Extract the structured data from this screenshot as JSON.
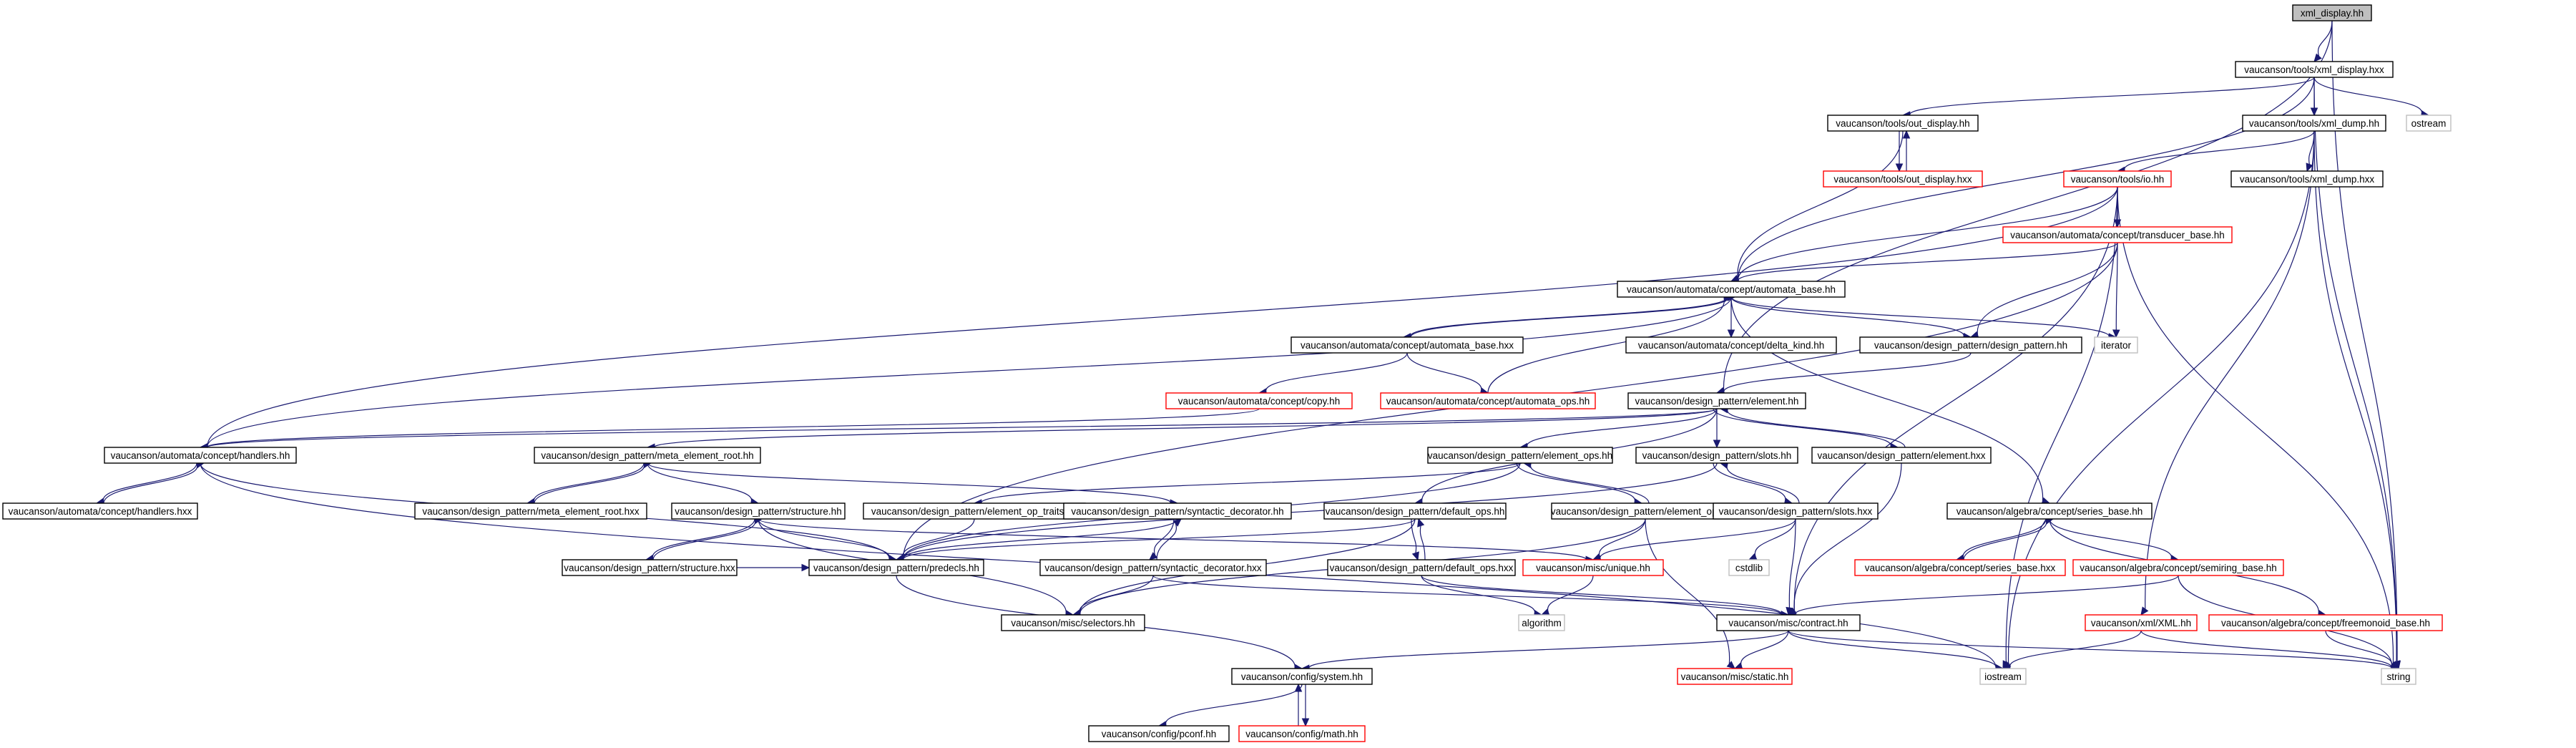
{
  "nodes": [
    {
      "id": "root",
      "label": "xml_display.hh",
      "style": "root"
    },
    {
      "id": "xml_display_hxx",
      "label": "vaucanson/tools/xml_display.hxx",
      "style": "normal"
    },
    {
      "id": "ostream",
      "label": "ostream",
      "style": "external"
    },
    {
      "id": "out_display_hh",
      "label": "vaucanson/tools/out_display.hh",
      "style": "normal"
    },
    {
      "id": "xml_dump_hh",
      "label": "vaucanson/tools/xml_dump.hh",
      "style": "normal"
    },
    {
      "id": "out_display_hxx",
      "label": "vaucanson/tools/out_display.hxx",
      "style": "red"
    },
    {
      "id": "io_hh",
      "label": "vaucanson/tools/io.hh",
      "style": "red"
    },
    {
      "id": "xml_dump_hxx",
      "label": "vaucanson/tools/xml_dump.hxx",
      "style": "normal"
    },
    {
      "id": "transducer_base_hh",
      "label": "vaucanson/automata/concept/transducer_base.hh",
      "style": "red"
    },
    {
      "id": "automata_base_hh",
      "label": "vaucanson/automata/concept/automata_base.hh",
      "style": "normal"
    },
    {
      "id": "iterator",
      "label": "iterator",
      "style": "external"
    },
    {
      "id": "automata_base_hxx",
      "label": "vaucanson/automata/concept/automata_base.hxx",
      "style": "normal"
    },
    {
      "id": "delta_kind_hh",
      "label": "vaucanson/automata/concept/delta_kind.hh",
      "style": "normal"
    },
    {
      "id": "design_pattern_hh",
      "label": "vaucanson/design_pattern/design_pattern.hh",
      "style": "normal"
    },
    {
      "id": "copy_hh",
      "label": "vaucanson/automata/concept/copy.hh",
      "style": "red"
    },
    {
      "id": "automata_ops_hh",
      "label": "vaucanson/automata/concept/automata_ops.hh",
      "style": "red"
    },
    {
      "id": "element_hh",
      "label": "vaucanson/design_pattern/element.hh",
      "style": "normal"
    },
    {
      "id": "handlers_hh",
      "label": "vaucanson/automata/concept/handlers.hh",
      "style": "normal"
    },
    {
      "id": "meta_element_root_hh",
      "label": "vaucanson/design_pattern/meta_element_root.hh",
      "style": "normal"
    },
    {
      "id": "element_ops_hh",
      "label": "vaucanson/design_pattern/element_ops.hh",
      "style": "normal"
    },
    {
      "id": "slots_hh",
      "label": "vaucanson/design_pattern/slots.hh",
      "style": "normal"
    },
    {
      "id": "element_hxx",
      "label": "vaucanson/design_pattern/element.hxx",
      "style": "normal"
    },
    {
      "id": "handlers_hxx",
      "label": "vaucanson/automata/concept/handlers.hxx",
      "style": "normal"
    },
    {
      "id": "meta_element_root_hxx",
      "label": "vaucanson/design_pattern/meta_element_root.hxx",
      "style": "normal"
    },
    {
      "id": "structure_hh",
      "label": "vaucanson/design_pattern/structure.hh",
      "style": "normal"
    },
    {
      "id": "element_op_traits_hh",
      "label": "vaucanson/design_pattern/element_op_traits.hh",
      "style": "normal"
    },
    {
      "id": "syntactic_decorator_hh",
      "label": "vaucanson/design_pattern/syntactic_decorator.hh",
      "style": "normal"
    },
    {
      "id": "default_ops_hh",
      "label": "vaucanson/design_pattern/default_ops.hh",
      "style": "normal"
    },
    {
      "id": "element_ops_hxx",
      "label": "vaucanson/design_pattern/element_ops.hxx",
      "style": "normal"
    },
    {
      "id": "slots_hxx",
      "label": "vaucanson/design_pattern/slots.hxx",
      "style": "normal"
    },
    {
      "id": "series_base_hh",
      "label": "vaucanson/algebra/concept/series_base.hh",
      "style": "normal"
    },
    {
      "id": "structure_hxx",
      "label": "vaucanson/design_pattern/structure.hxx",
      "style": "normal"
    },
    {
      "id": "predecls_hh",
      "label": "vaucanson/design_pattern/predecls.hh",
      "style": "normal"
    },
    {
      "id": "syntactic_decorator_hxx",
      "label": "vaucanson/design_pattern/syntactic_decorator.hxx",
      "style": "normal"
    },
    {
      "id": "default_ops_hxx",
      "label": "vaucanson/design_pattern/default_ops.hxx",
      "style": "normal"
    },
    {
      "id": "unique_hh",
      "label": "vaucanson/misc/unique.hh",
      "style": "red"
    },
    {
      "id": "cstdlib",
      "label": "cstdlib",
      "style": "external"
    },
    {
      "id": "series_base_hxx",
      "label": "vaucanson/algebra/concept/series_base.hxx",
      "style": "red"
    },
    {
      "id": "semiring_base_hh",
      "label": "vaucanson/algebra/concept/semiring_base.hh",
      "style": "red"
    },
    {
      "id": "selectors_hh",
      "label": "vaucanson/misc/selectors.hh",
      "style": "normal"
    },
    {
      "id": "algorithm",
      "label": "algorithm",
      "style": "external"
    },
    {
      "id": "contract_hh",
      "label": "vaucanson/misc/contract.hh",
      "style": "normal"
    },
    {
      "id": "xml_hh",
      "label": "vaucanson/xml/XML.hh",
      "style": "red"
    },
    {
      "id": "freemonoid_base_hh",
      "label": "vaucanson/algebra/concept/freemonoid_base.hh",
      "style": "red"
    },
    {
      "id": "system_hh",
      "label": "vaucanson/config/system.hh",
      "style": "normal"
    },
    {
      "id": "static_hh",
      "label": "vaucanson/misc/static.hh",
      "style": "red"
    },
    {
      "id": "iostream",
      "label": "iostream",
      "style": "external"
    },
    {
      "id": "string",
      "label": "string",
      "style": "external"
    },
    {
      "id": "pconf_hh",
      "label": "vaucanson/config/pconf.hh",
      "style": "normal"
    },
    {
      "id": "math_hh",
      "label": "vaucanson/config/math.hh",
      "style": "red"
    }
  ],
  "edges": [
    [
      "root",
      "xml_display_hxx"
    ],
    [
      "root",
      "string"
    ],
    [
      "root",
      "element_hh"
    ],
    [
      "xml_display_hxx",
      "out_display_hh"
    ],
    [
      "xml_display_hxx",
      "xml_dump_hh"
    ],
    [
      "xml_display_hxx",
      "ostream"
    ],
    [
      "xml_display_hxx",
      "automata_base_hh"
    ],
    [
      "xml_display_hxx",
      "string"
    ],
    [
      "out_display_hh",
      "out_display_hxx"
    ],
    [
      "out_display_hxx",
      "out_display_hh"
    ],
    [
      "out_display_hh",
      "automata_base_hh"
    ],
    [
      "xml_dump_hh",
      "io_hh"
    ],
    [
      "xml_dump_hh",
      "xml_dump_hxx"
    ],
    [
      "xml_dump_hh",
      "xml_hh"
    ],
    [
      "xml_dump_hh",
      "string"
    ],
    [
      "xml_dump_hh",
      "iostream"
    ],
    [
      "io_hh",
      "transducer_base_hh"
    ],
    [
      "io_hh",
      "automata_base_hh"
    ],
    [
      "io_hh",
      "handlers_hh"
    ],
    [
      "io_hh",
      "string"
    ],
    [
      "io_hh",
      "iostream"
    ],
    [
      "io_hh",
      "contract_hh"
    ],
    [
      "transducer_base_hh",
      "automata_base_hh"
    ],
    [
      "transducer_base_hh",
      "design_pattern_hh"
    ],
    [
      "transducer_base_hh",
      "iterator"
    ],
    [
      "transducer_base_hh",
      "predecls_hh"
    ],
    [
      "automata_base_hh",
      "automata_base_hxx"
    ],
    [
      "automata_base_hxx",
      "automata_base_hh"
    ],
    [
      "automata_base_hh",
      "delta_kind_hh"
    ],
    [
      "automata_base_hh",
      "design_pattern_hh"
    ],
    [
      "automata_base_hh",
      "iterator"
    ],
    [
      "automata_base_hh",
      "series_base_hh"
    ],
    [
      "automata_base_hh",
      "handlers_hh"
    ],
    [
      "automata_base_hxx",
      "copy_hh"
    ],
    [
      "automata_base_hxx",
      "automata_ops_hh"
    ],
    [
      "automata_ops_hh",
      "automata_base_hh"
    ],
    [
      "copy_hh",
      "handlers_hh"
    ],
    [
      "design_pattern_hh",
      "element_hh"
    ],
    [
      "element_hh",
      "handlers_hh"
    ],
    [
      "element_hh",
      "meta_element_root_hh"
    ],
    [
      "element_hh",
      "element_ops_hh"
    ],
    [
      "element_hh",
      "slots_hh"
    ],
    [
      "element_hh",
      "element_hxx"
    ],
    [
      "element_hxx",
      "element_hh"
    ],
    [
      "element_hh",
      "default_ops_hh"
    ],
    [
      "handlers_hh",
      "handlers_hxx"
    ],
    [
      "handlers_hxx",
      "handlers_hh"
    ],
    [
      "handlers_hh",
      "predecls_hh"
    ],
    [
      "handlers_hh",
      "iostream"
    ],
    [
      "meta_element_root_hh",
      "meta_element_root_hxx"
    ],
    [
      "meta_element_root_hxx",
      "meta_element_root_hh"
    ],
    [
      "meta_element_root_hh",
      "structure_hh"
    ],
    [
      "meta_element_root_hh",
      "syntactic_decorator_hh"
    ],
    [
      "element_ops_hh",
      "element_ops_hxx"
    ],
    [
      "element_ops_hxx",
      "element_ops_hh"
    ],
    [
      "element_ops_hh",
      "element_op_traits_hh"
    ],
    [
      "element_ops_hh",
      "predecls_hh"
    ],
    [
      "slots_hh",
      "slots_hxx"
    ],
    [
      "slots_hxx",
      "slots_hh"
    ],
    [
      "slots_hh",
      "predecls_hh"
    ],
    [
      "element_hxx",
      "contract_hh"
    ],
    [
      "structure_hh",
      "structure_hxx"
    ],
    [
      "structure_hxx",
      "structure_hh"
    ],
    [
      "structure_hh",
      "predecls_hh"
    ],
    [
      "structure_hh",
      "selectors_hh"
    ],
    [
      "structure_hh",
      "unique_hh"
    ],
    [
      "element_op_traits_hh",
      "predecls_hh"
    ],
    [
      "syntactic_decorator_hh",
      "syntactic_decorator_hxx"
    ],
    [
      "syntactic_decorator_hxx",
      "syntactic_decorator_hh"
    ],
    [
      "syntactic_decorator_hh",
      "predecls_hh"
    ],
    [
      "default_ops_hh",
      "default_ops_hxx"
    ],
    [
      "default_ops_hxx",
      "default_ops_hh"
    ],
    [
      "default_ops_hh",
      "predecls_hh"
    ],
    [
      "default_ops_hh",
      "selectors_hh"
    ],
    [
      "element_ops_hxx",
      "unique_hh"
    ],
    [
      "element_ops_hxx",
      "selectors_hh"
    ],
    [
      "element_ops_hxx",
      "static_hh"
    ],
    [
      "slots_hxx",
      "cstdlib"
    ],
    [
      "slots_hxx",
      "unique_hh"
    ],
    [
      "slots_hxx",
      "contract_hh"
    ],
    [
      "series_base_hh",
      "series_base_hxx"
    ],
    [
      "series_base_hxx",
      "series_base_hh"
    ],
    [
      "series_base_hh",
      "semiring_base_hh"
    ],
    [
      "series_base_hh",
      "freemonoid_base_hh"
    ],
    [
      "structure_hxx",
      "predecls_hh"
    ],
    [
      "predecls_hh",
      "system_hh"
    ],
    [
      "syntactic_decorator_hxx",
      "selectors_hh"
    ],
    [
      "syntactic_decorator_hxx",
      "contract_hh"
    ],
    [
      "default_ops_hxx",
      "algorithm"
    ],
    [
      "default_ops_hxx",
      "contract_hh"
    ],
    [
      "unique_hh",
      "algorithm"
    ],
    [
      "semiring_base_hh",
      "contract_hh"
    ],
    [
      "semiring_base_hh",
      "string"
    ],
    [
      "contract_hh",
      "system_hh"
    ],
    [
      "contract_hh",
      "static_hh"
    ],
    [
      "contract_hh",
      "iostream"
    ],
    [
      "contract_hh",
      "string"
    ],
    [
      "xml_hh",
      "iostream"
    ],
    [
      "xml_hh",
      "string"
    ],
    [
      "freemonoid_base_hh",
      "string"
    ],
    [
      "system_hh",
      "pconf_hh"
    ],
    [
      "system_hh",
      "math_hh"
    ],
    [
      "math_hh",
      "system_hh"
    ]
  ],
  "colors": {
    "edge": "#191970",
    "root_fill": "#bfbfbf",
    "normal_border": "#000000",
    "red_border": "#ff0000",
    "external_border": "#bfbfbf"
  }
}
